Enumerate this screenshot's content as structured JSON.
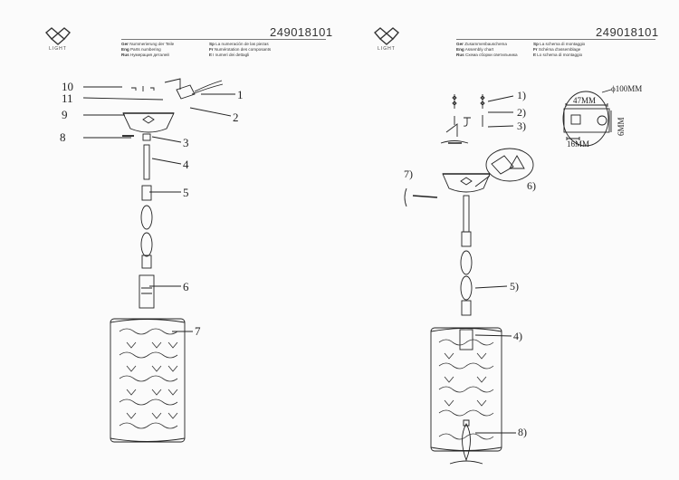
{
  "brand": {
    "logo_text": "LIGHT"
  },
  "left_page": {
    "model": "249018101",
    "legend_col1": [
      {
        "lang": "Ger",
        "text": "Nummerierung der Teile"
      },
      {
        "lang": "Eng",
        "text": "Parts numbering"
      },
      {
        "lang": "Rus",
        "text": "Нумерация деталей"
      }
    ],
    "legend_col2": [
      {
        "lang": "Sp",
        "text": "La numeración de las piezas"
      },
      {
        "lang": "Fr",
        "text": "Numérotation des composants"
      },
      {
        "lang": "It",
        "text": "I numeri dei dettagli"
      }
    ],
    "part_numbers": [
      "1",
      "2",
      "3",
      "4",
      "5",
      "6",
      "7",
      "8",
      "9",
      "10",
      "11"
    ]
  },
  "right_page": {
    "model": "249018101",
    "legend_col1": [
      {
        "lang": "Ger",
        "text": "Zusammenbauschema"
      },
      {
        "lang": "Eng",
        "text": "Assembly chart"
      },
      {
        "lang": "Rus",
        "text": "Схема сборки светильника"
      }
    ],
    "legend_col2": [
      {
        "lang": "Sp",
        "text": "La schema di montaggio"
      },
      {
        "lang": "Fr",
        "text": "Schéma d'assemblage"
      },
      {
        "lang": "It",
        "text": "Lo schema di montaggio"
      }
    ],
    "step_labels": [
      "1)",
      "2)",
      "3)",
      "4)",
      "5)",
      "6)",
      "7)",
      "8)"
    ],
    "dimensions": {
      "diameter": "ϕ100MM",
      "width": "47MM",
      "depth": "16MM",
      "height": "6MM"
    }
  },
  "colors": {
    "ink": "#222222",
    "paper": "#fbfbfb",
    "rule": "#777777"
  }
}
